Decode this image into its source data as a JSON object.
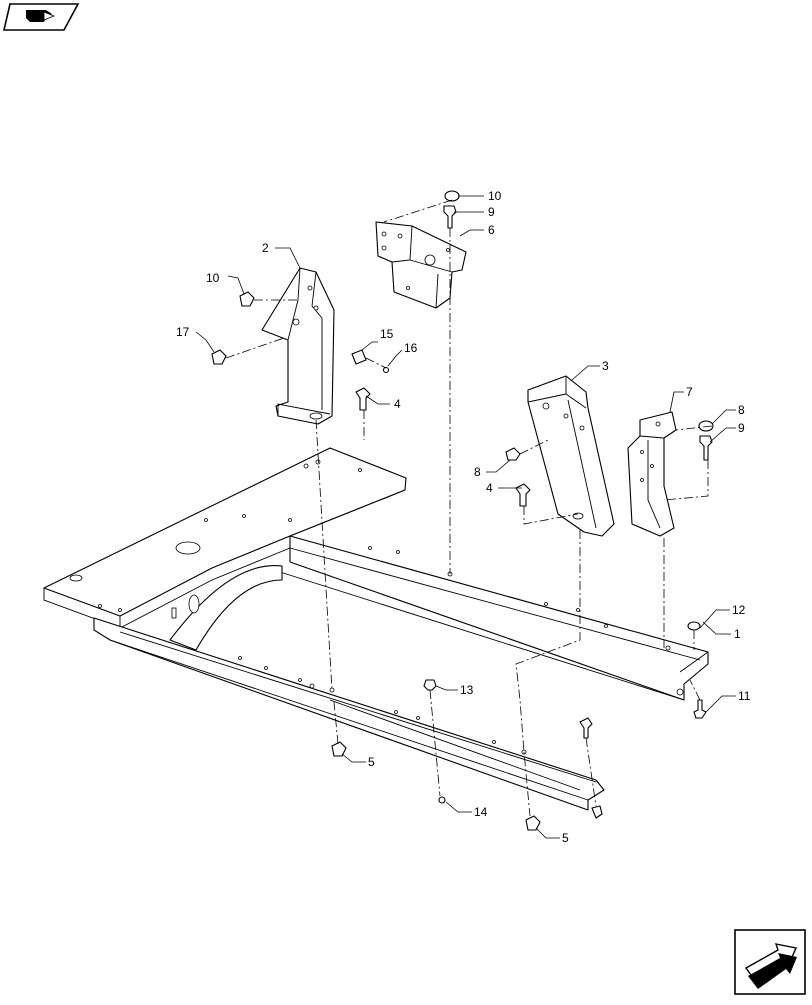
{
  "callouts": [
    {
      "id": "c1",
      "label": "1"
    },
    {
      "id": "c2",
      "label": "2"
    },
    {
      "id": "c3",
      "label": "3"
    },
    {
      "id": "c4a",
      "label": "4"
    },
    {
      "id": "c4b",
      "label": "4"
    },
    {
      "id": "c5a",
      "label": "5"
    },
    {
      "id": "c5b",
      "label": "5"
    },
    {
      "id": "c6",
      "label": "6"
    },
    {
      "id": "c7",
      "label": "7"
    },
    {
      "id": "c8a",
      "label": "8"
    },
    {
      "id": "c8b",
      "label": "8"
    },
    {
      "id": "c9a",
      "label": "9"
    },
    {
      "id": "c9b",
      "label": "9"
    },
    {
      "id": "c10a",
      "label": "10"
    },
    {
      "id": "c10b",
      "label": "10"
    },
    {
      "id": "c11",
      "label": "11"
    },
    {
      "id": "c12",
      "label": "12"
    },
    {
      "id": "c13",
      "label": "13"
    },
    {
      "id": "c14",
      "label": "14"
    },
    {
      "id": "c15",
      "label": "15"
    },
    {
      "id": "c16",
      "label": "16"
    },
    {
      "id": "c17",
      "label": "17"
    }
  ],
  "icons": {
    "top_left": "book-arrow-icon",
    "bottom_right": "arrow-next-icon"
  }
}
